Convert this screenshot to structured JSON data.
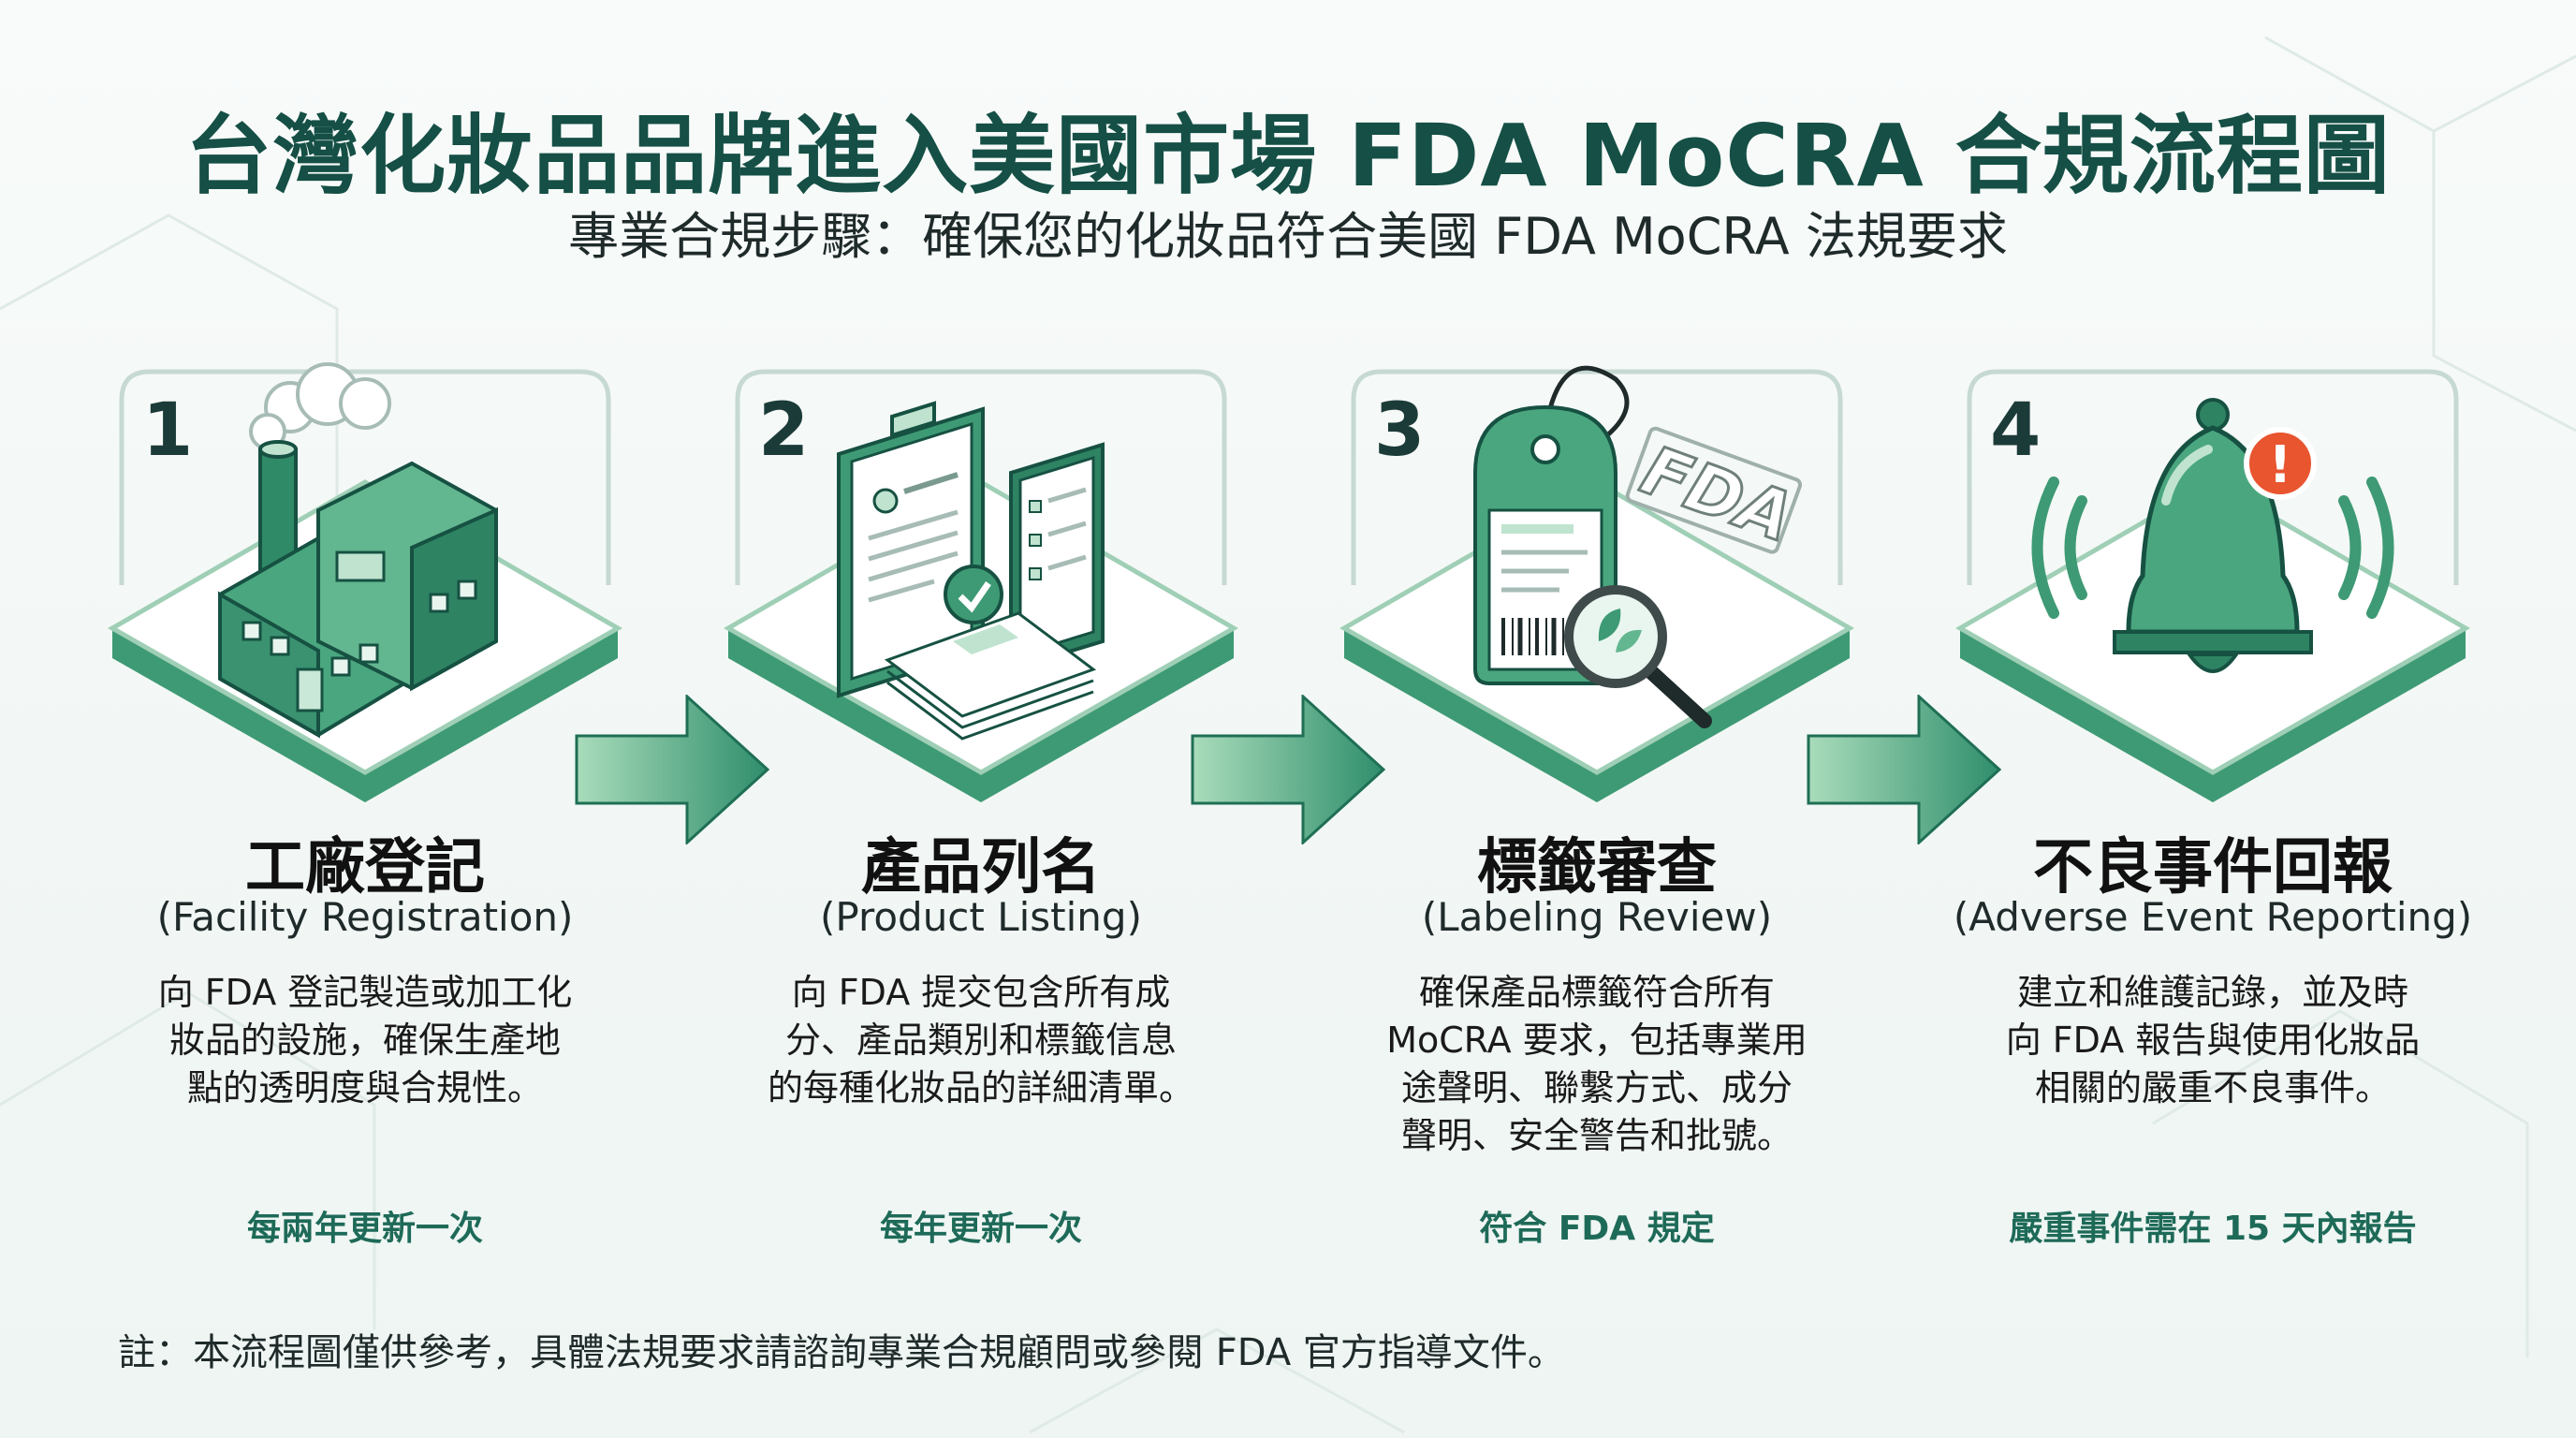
{
  "header": {
    "title": "台灣化妝品品牌進入美國市場 FDA MoCRA 合規流程圖",
    "subtitle": "專業合規步驟：確保您的化妝品符合美國 FDA MoCRA 法規要求"
  },
  "steps": [
    {
      "number": "1",
      "title": "工廠登記",
      "title_en": "(Facility Registration)",
      "desc": [
        "向 FDA 登記製造或加工化",
        "妝品的設施，確保生產地",
        "點的透明度與合規性。"
      ],
      "frequency": "每兩年更新一次",
      "icon": "factory-icon"
    },
    {
      "number": "2",
      "title": "產品列名",
      "title_en": "(Product Listing)",
      "desc": [
        "向 FDA 提交包含所有成",
        "分、產品類別和標籤信息",
        "的每種化妝品的詳細清單。"
      ],
      "frequency": "每年更新一次",
      "icon": "clipboard-tablet-icon"
    },
    {
      "number": "3",
      "title": "標籤審查",
      "title_en": "(Labeling Review)",
      "desc": [
        "確保產品標籤符合所有",
        "MoCRA 要求，包括專業用",
        "途聲明、聯繫方式、成分",
        "聲明、安全警告和批號。"
      ],
      "frequency": "符合 FDA 規定",
      "icon": "label-tag-magnifier-icon",
      "badge_text": "FDA"
    },
    {
      "number": "4",
      "title": "不良事件回報",
      "title_en": "(Adverse Event Reporting)",
      "desc": [
        "建立和維護記錄，並及時",
        "向 FDA 報告與使用化妝品",
        "相關的嚴重不良事件。"
      ],
      "frequency": "嚴重事件需在 15 天內報告",
      "icon": "alert-bell-icon",
      "alert_mark": "!"
    }
  ],
  "footer": {
    "note": "註：本流程圖僅供參考，具體法規要求請諮詢專業合規顧問或參閱 FDA 官方指導文件。"
  },
  "colors": {
    "title": "#154f45",
    "accent_green": "#3e9a74",
    "dark_green": "#1e6a58",
    "light_green": "#bfe3cf",
    "alert_red": "#e8552f"
  }
}
